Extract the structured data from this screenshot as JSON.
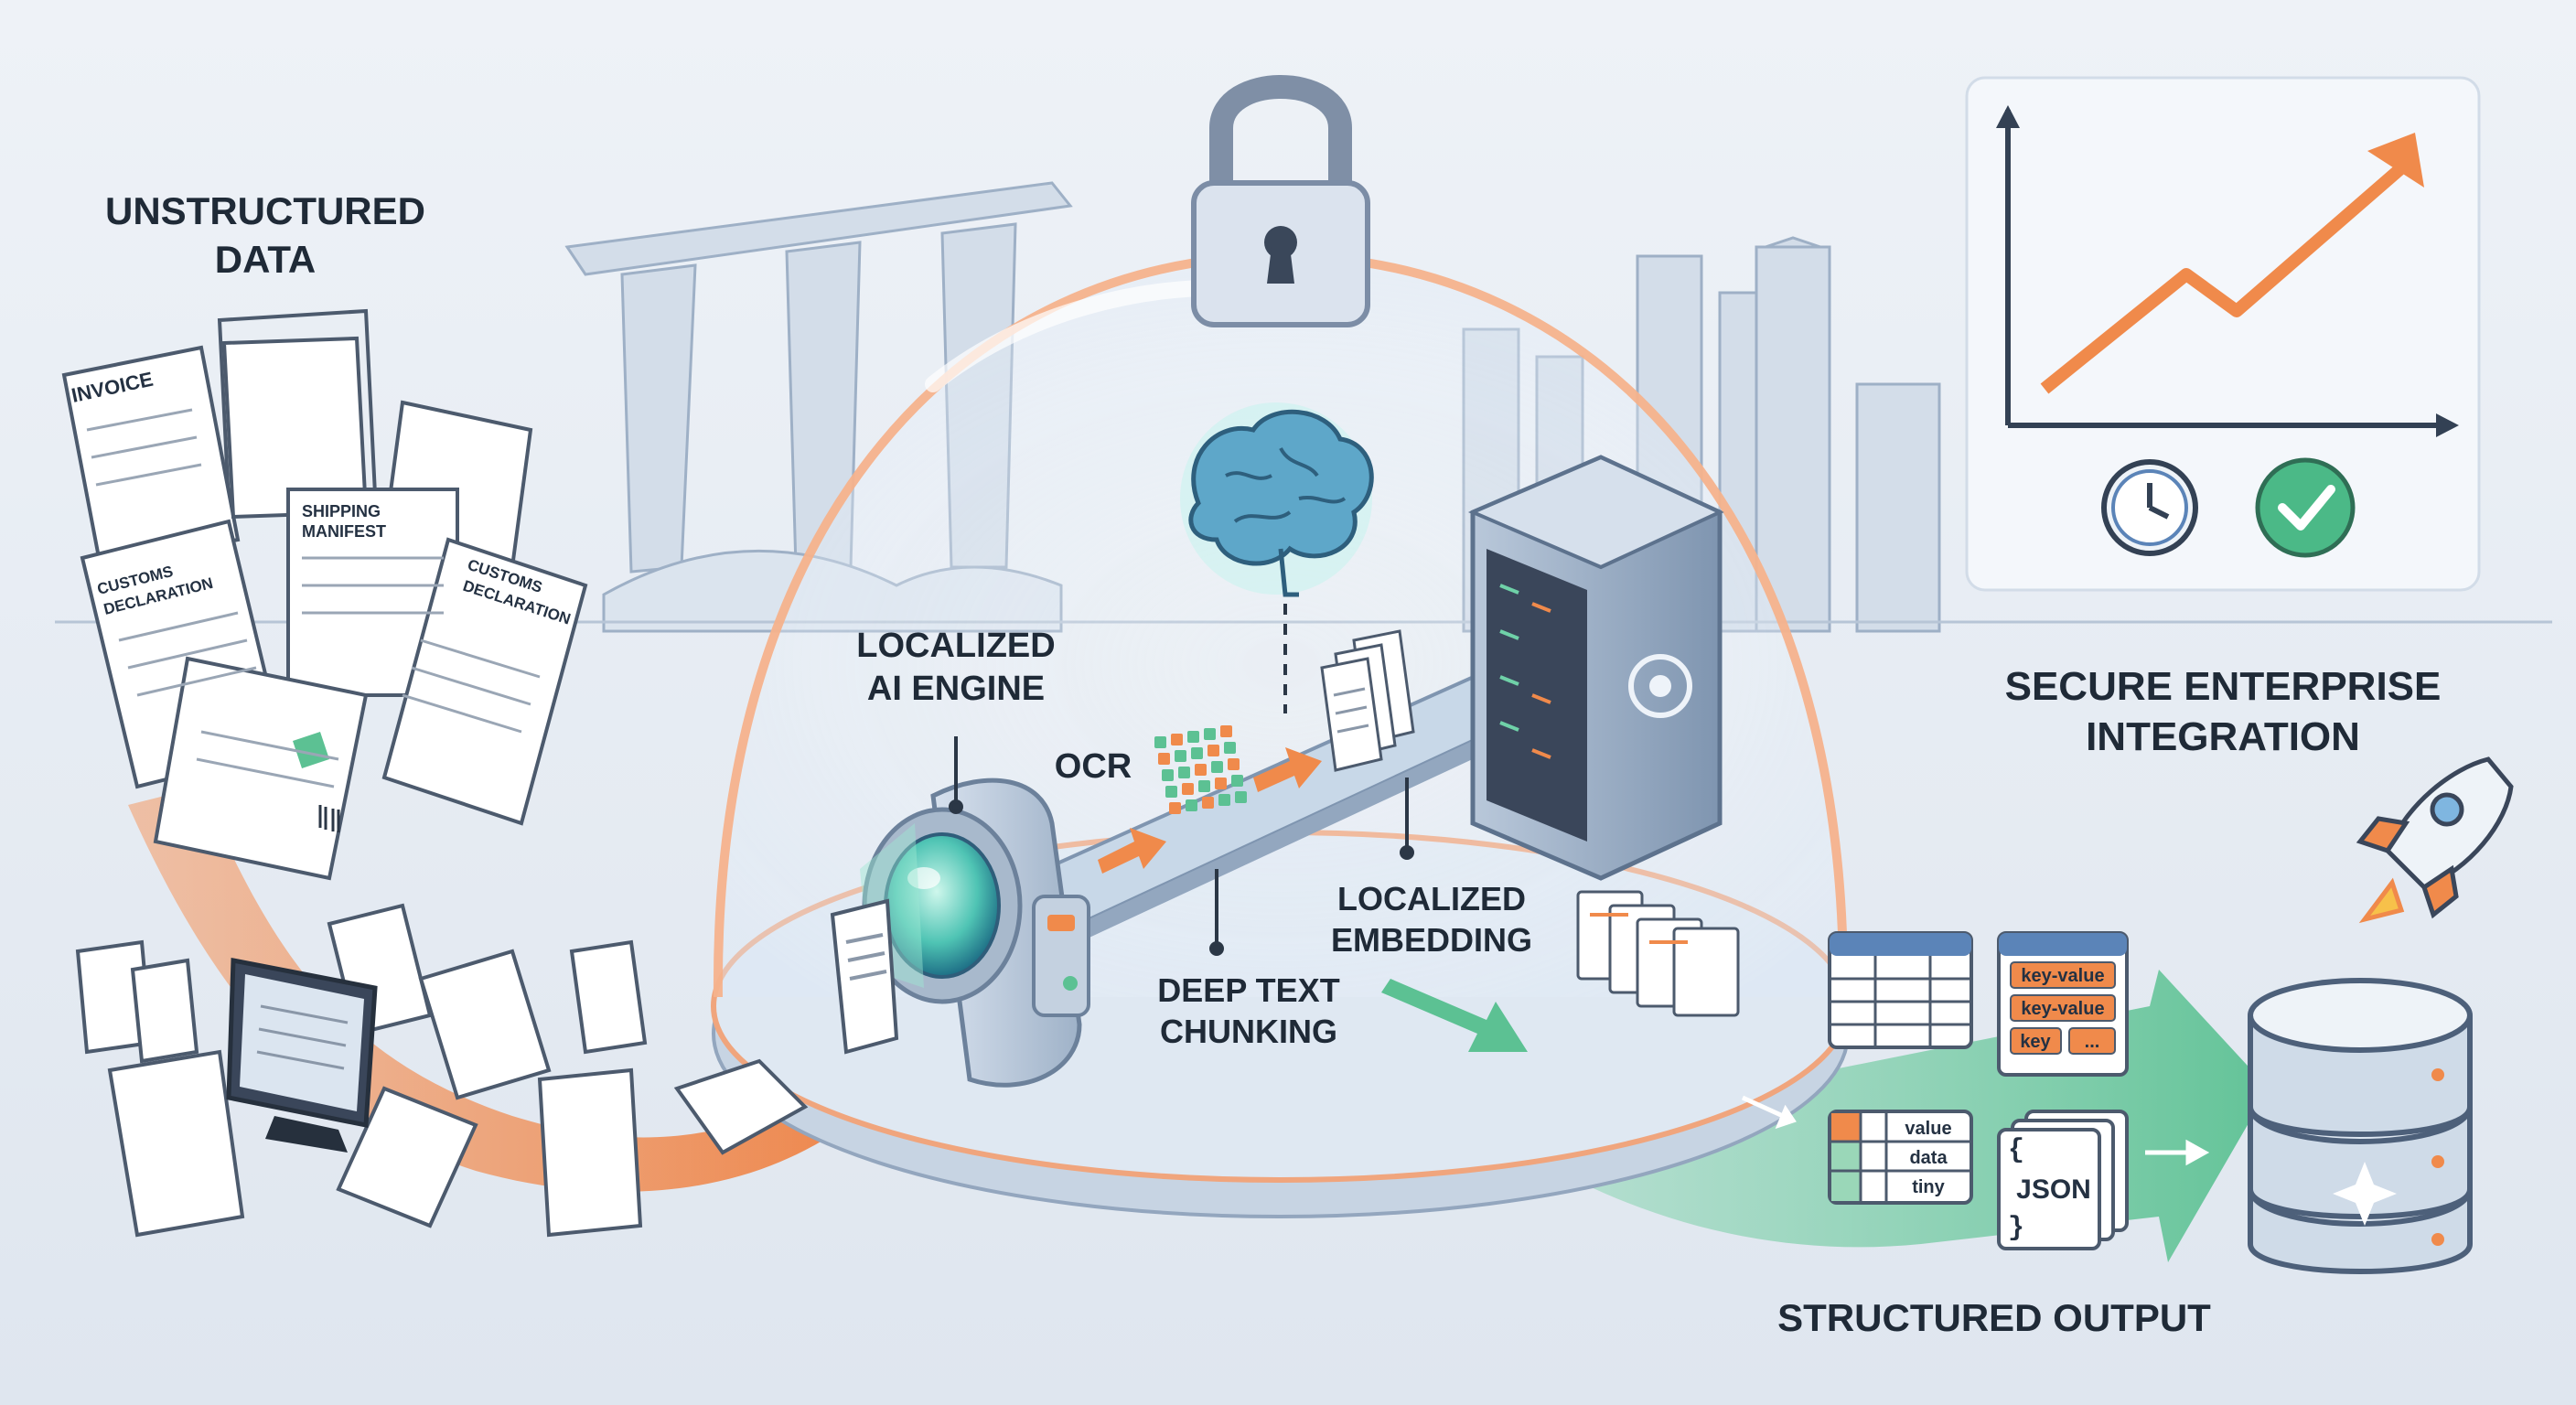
{
  "labels": {
    "unstructured_1": "UNSTRUCTURED",
    "unstructured_2": "DATA",
    "invoice": "INVOICE",
    "shipping_1": "SHIPPING",
    "shipping_2": "MANIFEST",
    "customs_a_1": "CUSTOMS",
    "customs_a_2": "DECLARATION",
    "customs_b_1": "CUSTOMS",
    "customs_b_2": "DECLARATION",
    "ai_engine_1": "LOCALIZED",
    "ai_engine_2": "AI ENGINE",
    "ocr": "OCR",
    "embedding_1": "LOCALIZED",
    "embedding_2": "EMBEDDING",
    "chunking_1": "DEEP TEXT",
    "chunking_2": "CHUNKING",
    "secure_1": "SECURE ENTERPRISE",
    "secure_2": "INTEGRATION",
    "structured_output": "STRUCTURED OUTPUT"
  },
  "output_cards": {
    "kv_1": "key-value",
    "kv_2": "key-value",
    "kv_3": "key",
    "kv_3b": "...",
    "table_1": "value",
    "table_2": "data",
    "table_3": "tiny",
    "json_brace_open": "{",
    "json_label": "JSON",
    "json_brace_close": "}"
  },
  "icons": [
    "lock-icon",
    "brain-icon",
    "server-icon",
    "scanner-icon",
    "growth-chart-icon",
    "clock-icon",
    "check-icon",
    "rocket-icon",
    "database-icon",
    "monitor-icon"
  ],
  "colors": {
    "background": "#e9eef5",
    "orange_flow": "#f08a4b",
    "green_flow": "#6fc8a0",
    "dome_glow": "#f5b38a",
    "ink": "#1f2a37",
    "metal": "#c9d6e6"
  }
}
